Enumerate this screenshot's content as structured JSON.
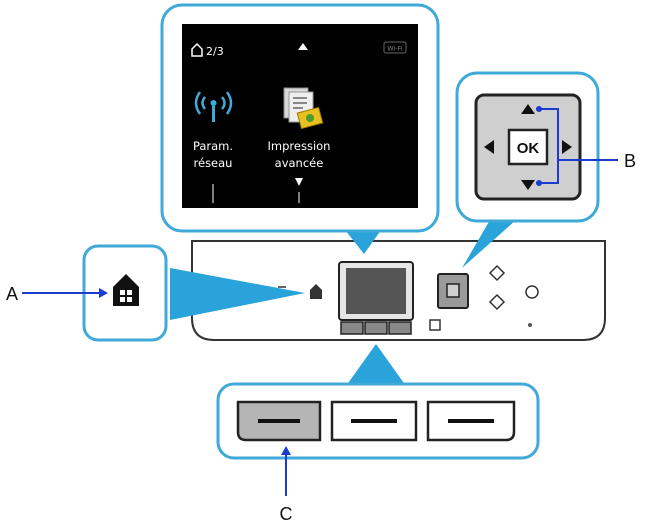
{
  "callouts": {
    "a": "A",
    "b": "B",
    "c": "C"
  },
  "lcd": {
    "page": "2/3",
    "wifi": "Wi-Fi",
    "items": [
      {
        "line1": "Param.",
        "line2": "réseau",
        "icon": "wireless-antenna-icon"
      },
      {
        "line1": "Impression",
        "line2": "avancée",
        "icon": "advanced-print-icon"
      }
    ]
  },
  "dpad": {
    "ok": "OK"
  },
  "colors": {
    "accent": "#3fa9d8",
    "callout_fill": "#29a3da",
    "arrow_line": "#1a3ccf",
    "panel_gray": "#cfcfcf",
    "screen_black": "#000000"
  }
}
